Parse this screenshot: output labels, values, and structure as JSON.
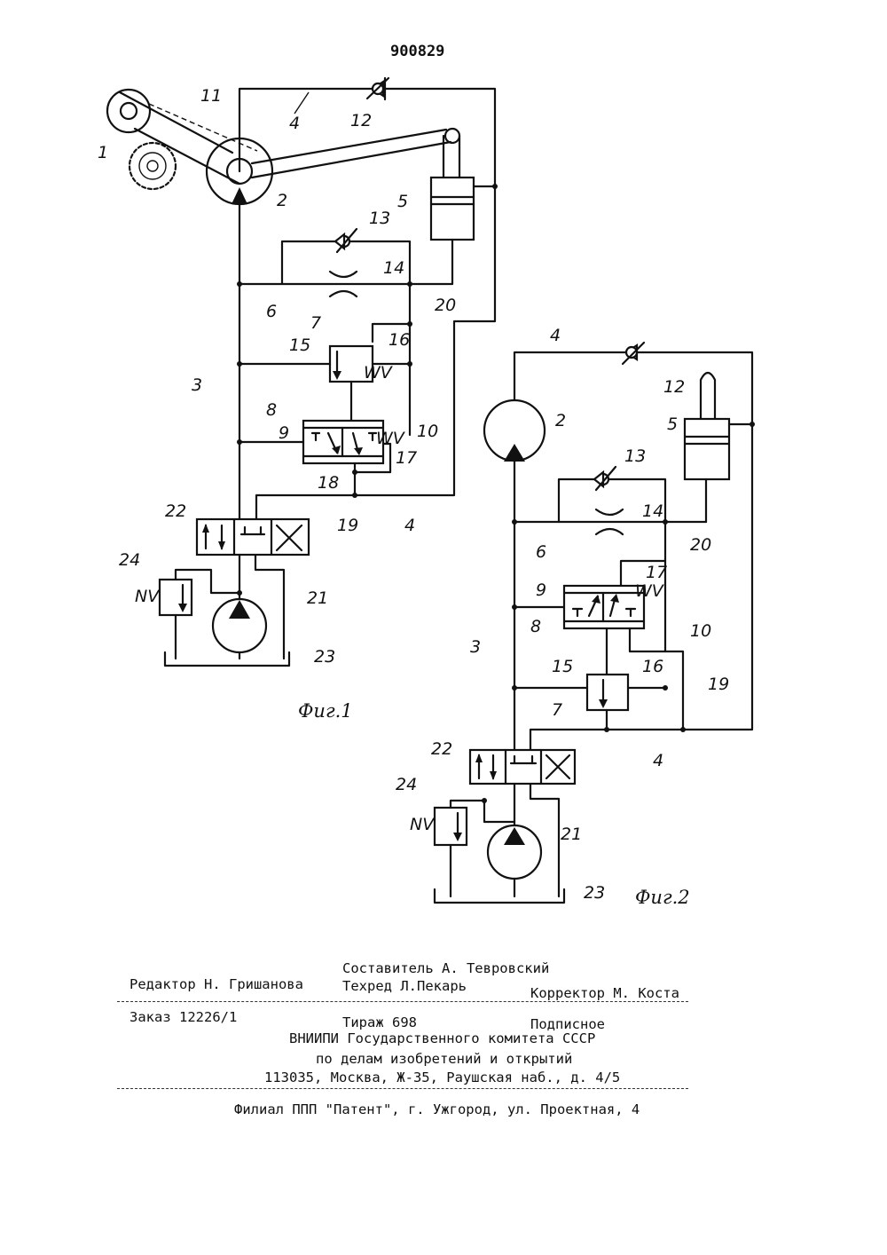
{
  "document": {
    "number": "900829"
  },
  "figure1": {
    "caption": "Фиг.1",
    "labels": [
      "1",
      "2",
      "3",
      "4",
      "5",
      "6",
      "7",
      "8",
      "9",
      "10",
      "11",
      "12",
      "13",
      "14",
      "15",
      "16",
      "17",
      "18",
      "19",
      "20",
      "21",
      "22",
      "23",
      "24"
    ]
  },
  "figure2": {
    "caption": "Фиг.2",
    "labels": [
      "2",
      "3",
      "4",
      "5",
      "6",
      "7",
      "8",
      "9",
      "10",
      "12",
      "13",
      "14",
      "15",
      "16",
      "17",
      "19",
      "20",
      "21",
      "22",
      "23",
      "24"
    ]
  },
  "imprint": {
    "compiler": "Составитель А. Тевровский",
    "editor": "Редактор Н. Гришанова",
    "techred": "Техред Л.Пекарь",
    "corrector": "Корректор М. Коста",
    "order": "Заказ 12226/1",
    "circulation": "Тираж 698",
    "subscription": "Подписное",
    "org_line1": "ВНИИПИ Государственного комитета СССР",
    "org_line2": "по делам изобретений и открытий",
    "address": "113035, Москва, Ж-35, Раушская наб., д. 4/5",
    "branch": "Филиал ППП \"Патент\", г. Ужгород, ул. Проектная, 4"
  }
}
